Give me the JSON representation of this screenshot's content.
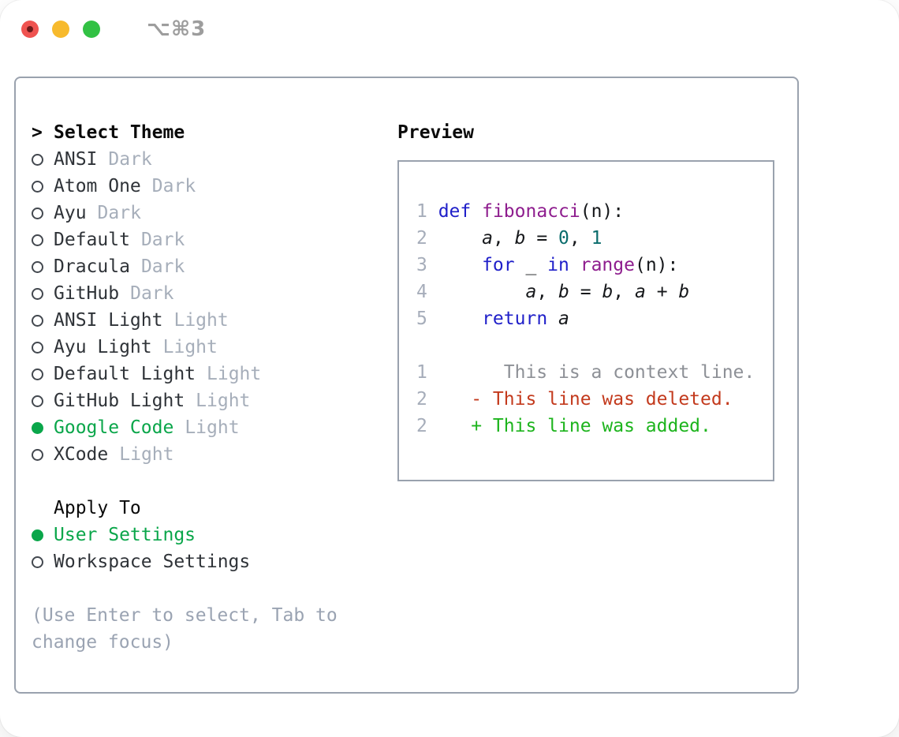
{
  "window": {
    "title": "⌥⌘3"
  },
  "sidebar": {
    "header": {
      "marker": ">",
      "label": "Select Theme"
    },
    "themes": [
      {
        "name": "ANSI",
        "tag": "Dark",
        "selected": false
      },
      {
        "name": "Atom One",
        "tag": "Dark",
        "selected": false
      },
      {
        "name": "Ayu",
        "tag": "Dark",
        "selected": false
      },
      {
        "name": "Default",
        "tag": "Dark",
        "selected": false
      },
      {
        "name": "Dracula",
        "tag": "Dark",
        "selected": false
      },
      {
        "name": "GitHub",
        "tag": "Dark",
        "selected": false
      },
      {
        "name": "ANSI Light",
        "tag": "Light",
        "selected": false
      },
      {
        "name": "Ayu Light",
        "tag": "Light",
        "selected": false
      },
      {
        "name": "Default Light",
        "tag": "Light",
        "selected": false
      },
      {
        "name": "GitHub Light",
        "tag": "Light",
        "selected": false
      },
      {
        "name": "Google Code",
        "tag": "Light",
        "selected": true
      },
      {
        "name": "XCode",
        "tag": "Light",
        "selected": false
      }
    ],
    "apply_header": "Apply To",
    "apply_options": [
      {
        "name": "User Settings",
        "selected": true
      },
      {
        "name": "Workspace Settings",
        "selected": false
      }
    ],
    "help_line1": "(Use Enter to select, Tab to",
    "help_line2": "change focus)"
  },
  "preview": {
    "title": "Preview",
    "code_lines": [
      {
        "num": "1",
        "segments": [
          {
            "t": "def",
            "c": "kw"
          },
          {
            "t": " ",
            "c": "pl"
          },
          {
            "t": "fibonacci",
            "c": "fn"
          },
          {
            "t": "(n):",
            "c": "pl"
          }
        ]
      },
      {
        "num": "2",
        "segments": [
          {
            "t": "    ",
            "c": "pl"
          },
          {
            "t": "a",
            "c": "var"
          },
          {
            "t": ", ",
            "c": "pl"
          },
          {
            "t": "b",
            "c": "var"
          },
          {
            "t": " = ",
            "c": "pl"
          },
          {
            "t": "0",
            "c": "num"
          },
          {
            "t": ", ",
            "c": "pl"
          },
          {
            "t": "1",
            "c": "num"
          }
        ]
      },
      {
        "num": "3",
        "segments": [
          {
            "t": "    ",
            "c": "pl"
          },
          {
            "t": "for",
            "c": "kw"
          },
          {
            "t": " _ ",
            "c": "pl"
          },
          {
            "t": "in",
            "c": "kw"
          },
          {
            "t": " ",
            "c": "pl"
          },
          {
            "t": "range",
            "c": "fn"
          },
          {
            "t": "(n):",
            "c": "pl"
          }
        ]
      },
      {
        "num": "4",
        "segments": [
          {
            "t": "        ",
            "c": "pl"
          },
          {
            "t": "a",
            "c": "var"
          },
          {
            "t": ", ",
            "c": "pl"
          },
          {
            "t": "b",
            "c": "var"
          },
          {
            "t": " = ",
            "c": "pl"
          },
          {
            "t": "b",
            "c": "var"
          },
          {
            "t": ", ",
            "c": "pl"
          },
          {
            "t": "a",
            "c": "var"
          },
          {
            "t": " + ",
            "c": "pl"
          },
          {
            "t": "b",
            "c": "var"
          }
        ]
      },
      {
        "num": "5",
        "segments": [
          {
            "t": "    ",
            "c": "pl"
          },
          {
            "t": "return",
            "c": "kw"
          },
          {
            "t": " ",
            "c": "pl"
          },
          {
            "t": "a",
            "c": "var"
          }
        ]
      }
    ],
    "diff_lines": [
      {
        "num": "1",
        "segments": [
          {
            "t": "      This is a context line.",
            "c": "ctx"
          }
        ]
      },
      {
        "num": "2",
        "segments": [
          {
            "t": "   ",
            "c": "pl"
          },
          {
            "t": "- This line was deleted.",
            "c": "del"
          }
        ]
      },
      {
        "num": "2",
        "segments": [
          {
            "t": "   ",
            "c": "pl"
          },
          {
            "t": "+ This line was added.",
            "c": "add"
          }
        ]
      }
    ]
  },
  "colors": {
    "accent_green": "#0aa64a",
    "keyword_blue": "#1f1fc9",
    "function_purple": "#8e1d8e",
    "number_teal": "#0a6c6c",
    "diff_deleted_red": "#c33a1d",
    "diff_added_green": "#1db41d",
    "border_gray": "#9aa2ae"
  }
}
